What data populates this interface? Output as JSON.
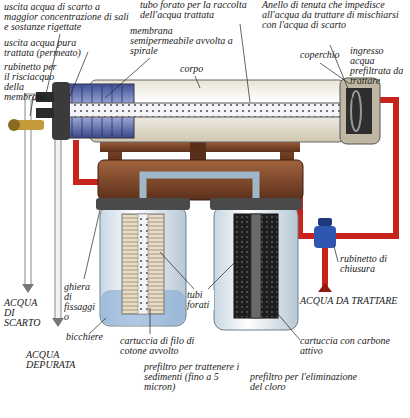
{
  "diagram": {
    "labels": [
      "uscita acqua di scarto a maggior concentrazione di sali e sostanze rigettate",
      "uscita acqua pura trattata (permeato)",
      "rubinetto per il risciacquo della membrana",
      "tubo forato per la raccolta dell'acqua trattata",
      "membrana semipermeabile avvolta a spirale",
      "corpo",
      "coperchio",
      "Anello di tenuta che impedisce all'acqua da trattare di mischiarsi con l'acqua di scarto",
      "ingresso acqua prefiltrata da trattare",
      "rubinetto di chiusura",
      "ACQUA DA TRATTARE",
      "ACQUA DI SCARTO",
      "ghiera di fissaggio",
      "bicchiere",
      "tubi forati",
      "ACQUA DEPURATA",
      "cartuccia di filo di cotone avvolto",
      "prefiltro per trattenere i sedimenti (fino a 5 micron)",
      "cartuccia con carbone attivo",
      "prefiltro per l'eliminazione del cloro"
    ]
  }
}
